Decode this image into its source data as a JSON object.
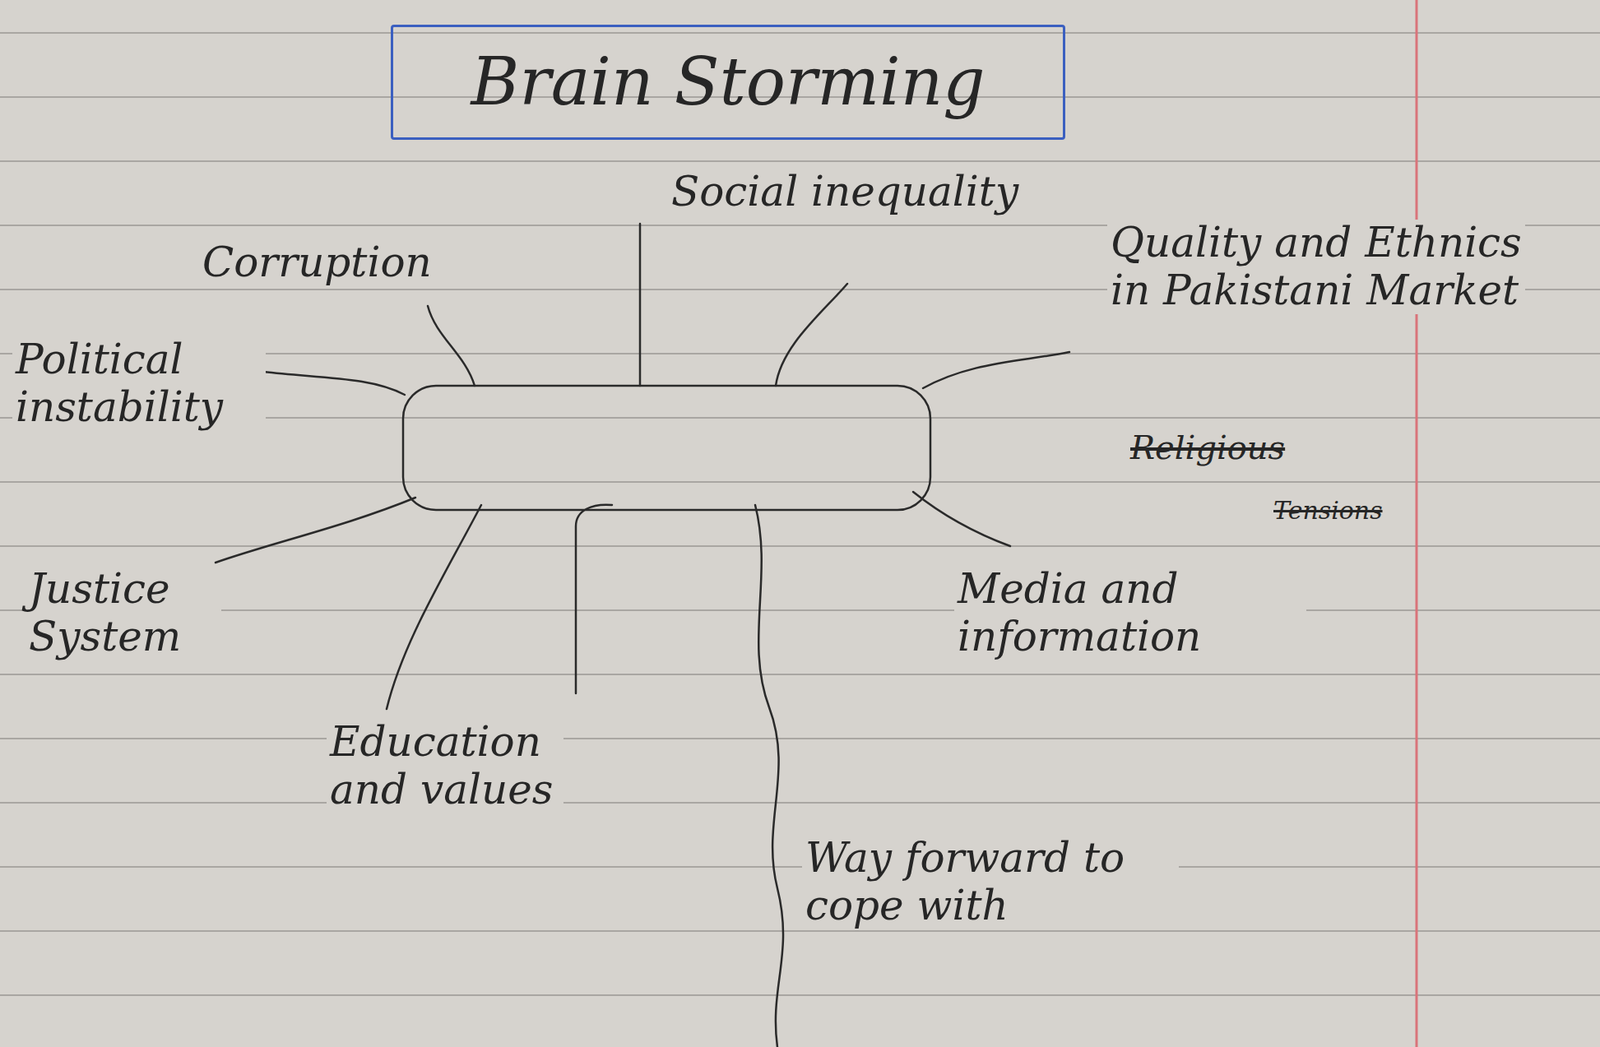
{
  "diagram": {
    "nodes": [
      {
        "text": [
          "Brain Storming"
        ]
      }
    ],
    "labels": [
      "Corruption",
      "Social inequality",
      "Quality and Ethnics in Pakistani Market",
      "Religious",
      "Tensions",
      "Political instability",
      "Justice System",
      "Media and information",
      "Education and values",
      "Way forward to cope with"
    ]
  }
}
